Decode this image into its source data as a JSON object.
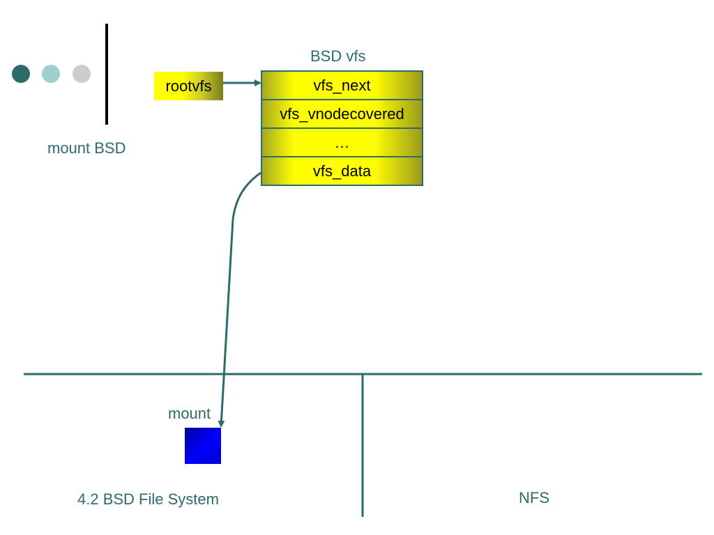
{
  "header": {
    "left_label": "mount BSD"
  },
  "bullets": {
    "colors": [
      "#2e6b6b",
      "#9fcfd0",
      "#cccccc"
    ]
  },
  "rootvfs": {
    "label": "rootvfs"
  },
  "bsd_vfs": {
    "title": "BSD vfs",
    "rows": [
      "vfs_next",
      "vfs_vnodecovered",
      "…",
      "vfs_data"
    ]
  },
  "lower": {
    "mount_label": "mount",
    "left_fs_label": "4.2 BSD File System",
    "right_fs_label": "NFS"
  },
  "colors": {
    "teal": "#2e6b6b",
    "yellow": "#ffff00",
    "blue": "#0000ff"
  }
}
